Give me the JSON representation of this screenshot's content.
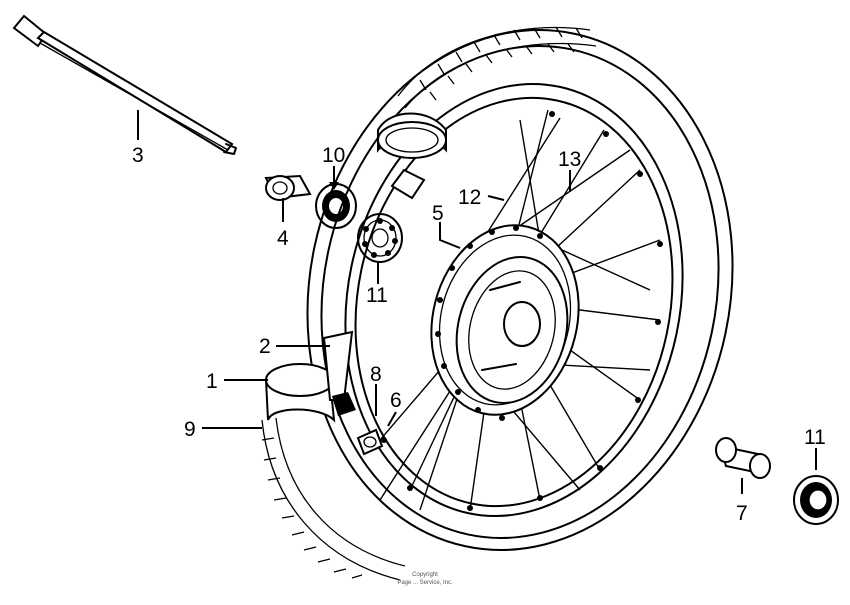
{
  "callouts": {
    "c1": "1",
    "c2": "2",
    "c3": "3",
    "c4": "4",
    "c5": "5",
    "c6": "6",
    "c7": "7",
    "c8": "8",
    "c9": "9",
    "c10": "10",
    "c11a": "11",
    "c11b": "11",
    "c12": "12",
    "c13": "13"
  },
  "footer": {
    "line1": "Copyright",
    "line2": "Page ... Service, Inc."
  },
  "colors": {
    "ink": "#000000",
    "paper": "#ffffff"
  }
}
